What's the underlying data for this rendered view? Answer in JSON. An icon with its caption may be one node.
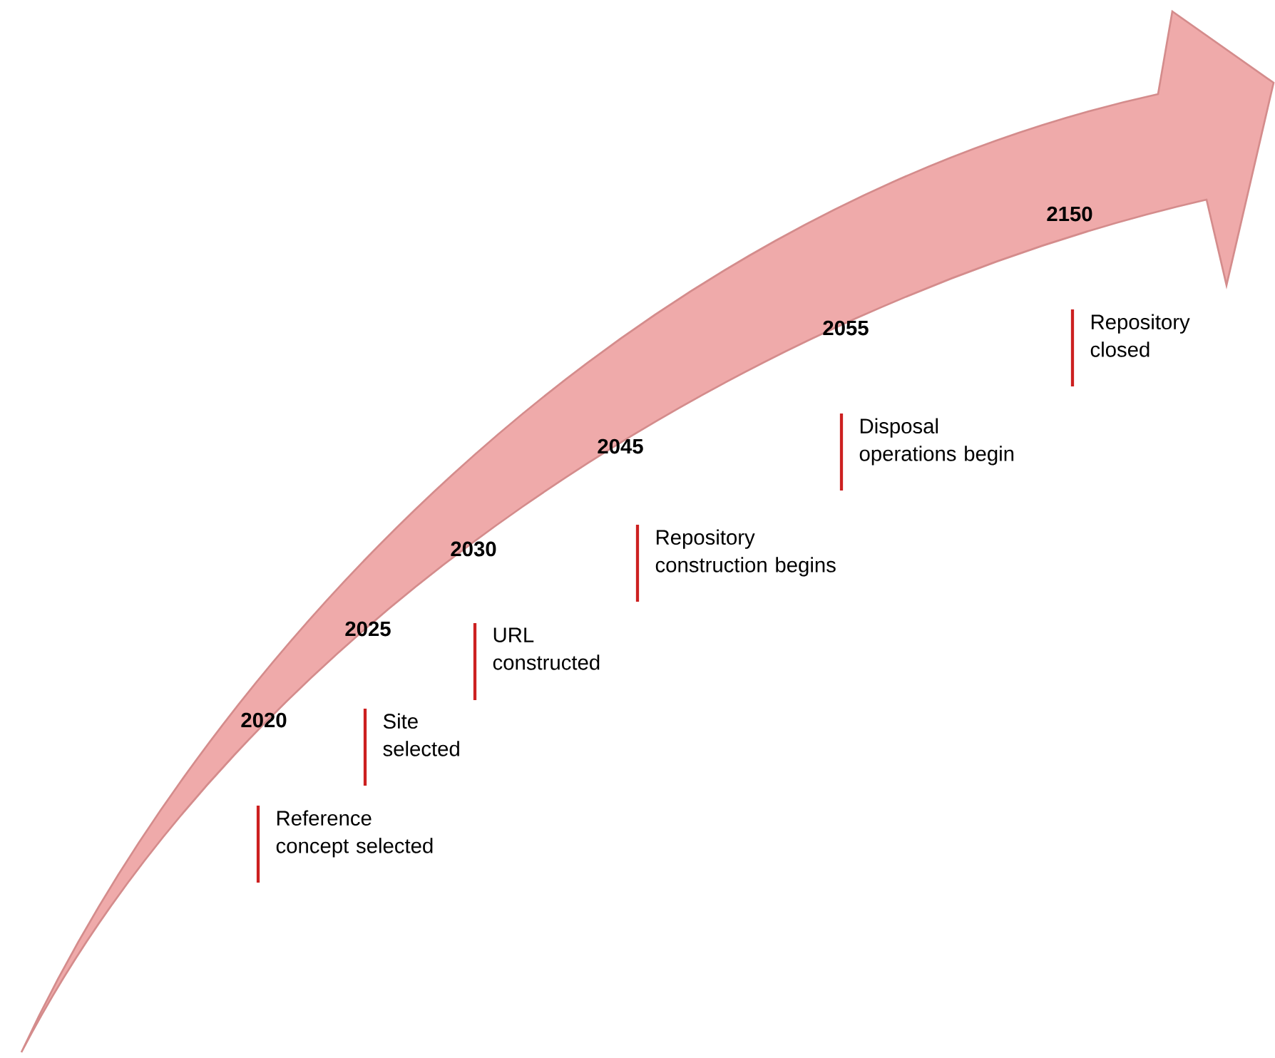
{
  "diagram": {
    "labels": [
      "2020",
      "Reference concept selected",
      "2025",
      "Site selected",
      "2030",
      "URL constructed",
      "2045",
      "Repository construction begins",
      "2055",
      "Disposal operations begin",
      "2150",
      "Repository closed"
    ]
  }
}
